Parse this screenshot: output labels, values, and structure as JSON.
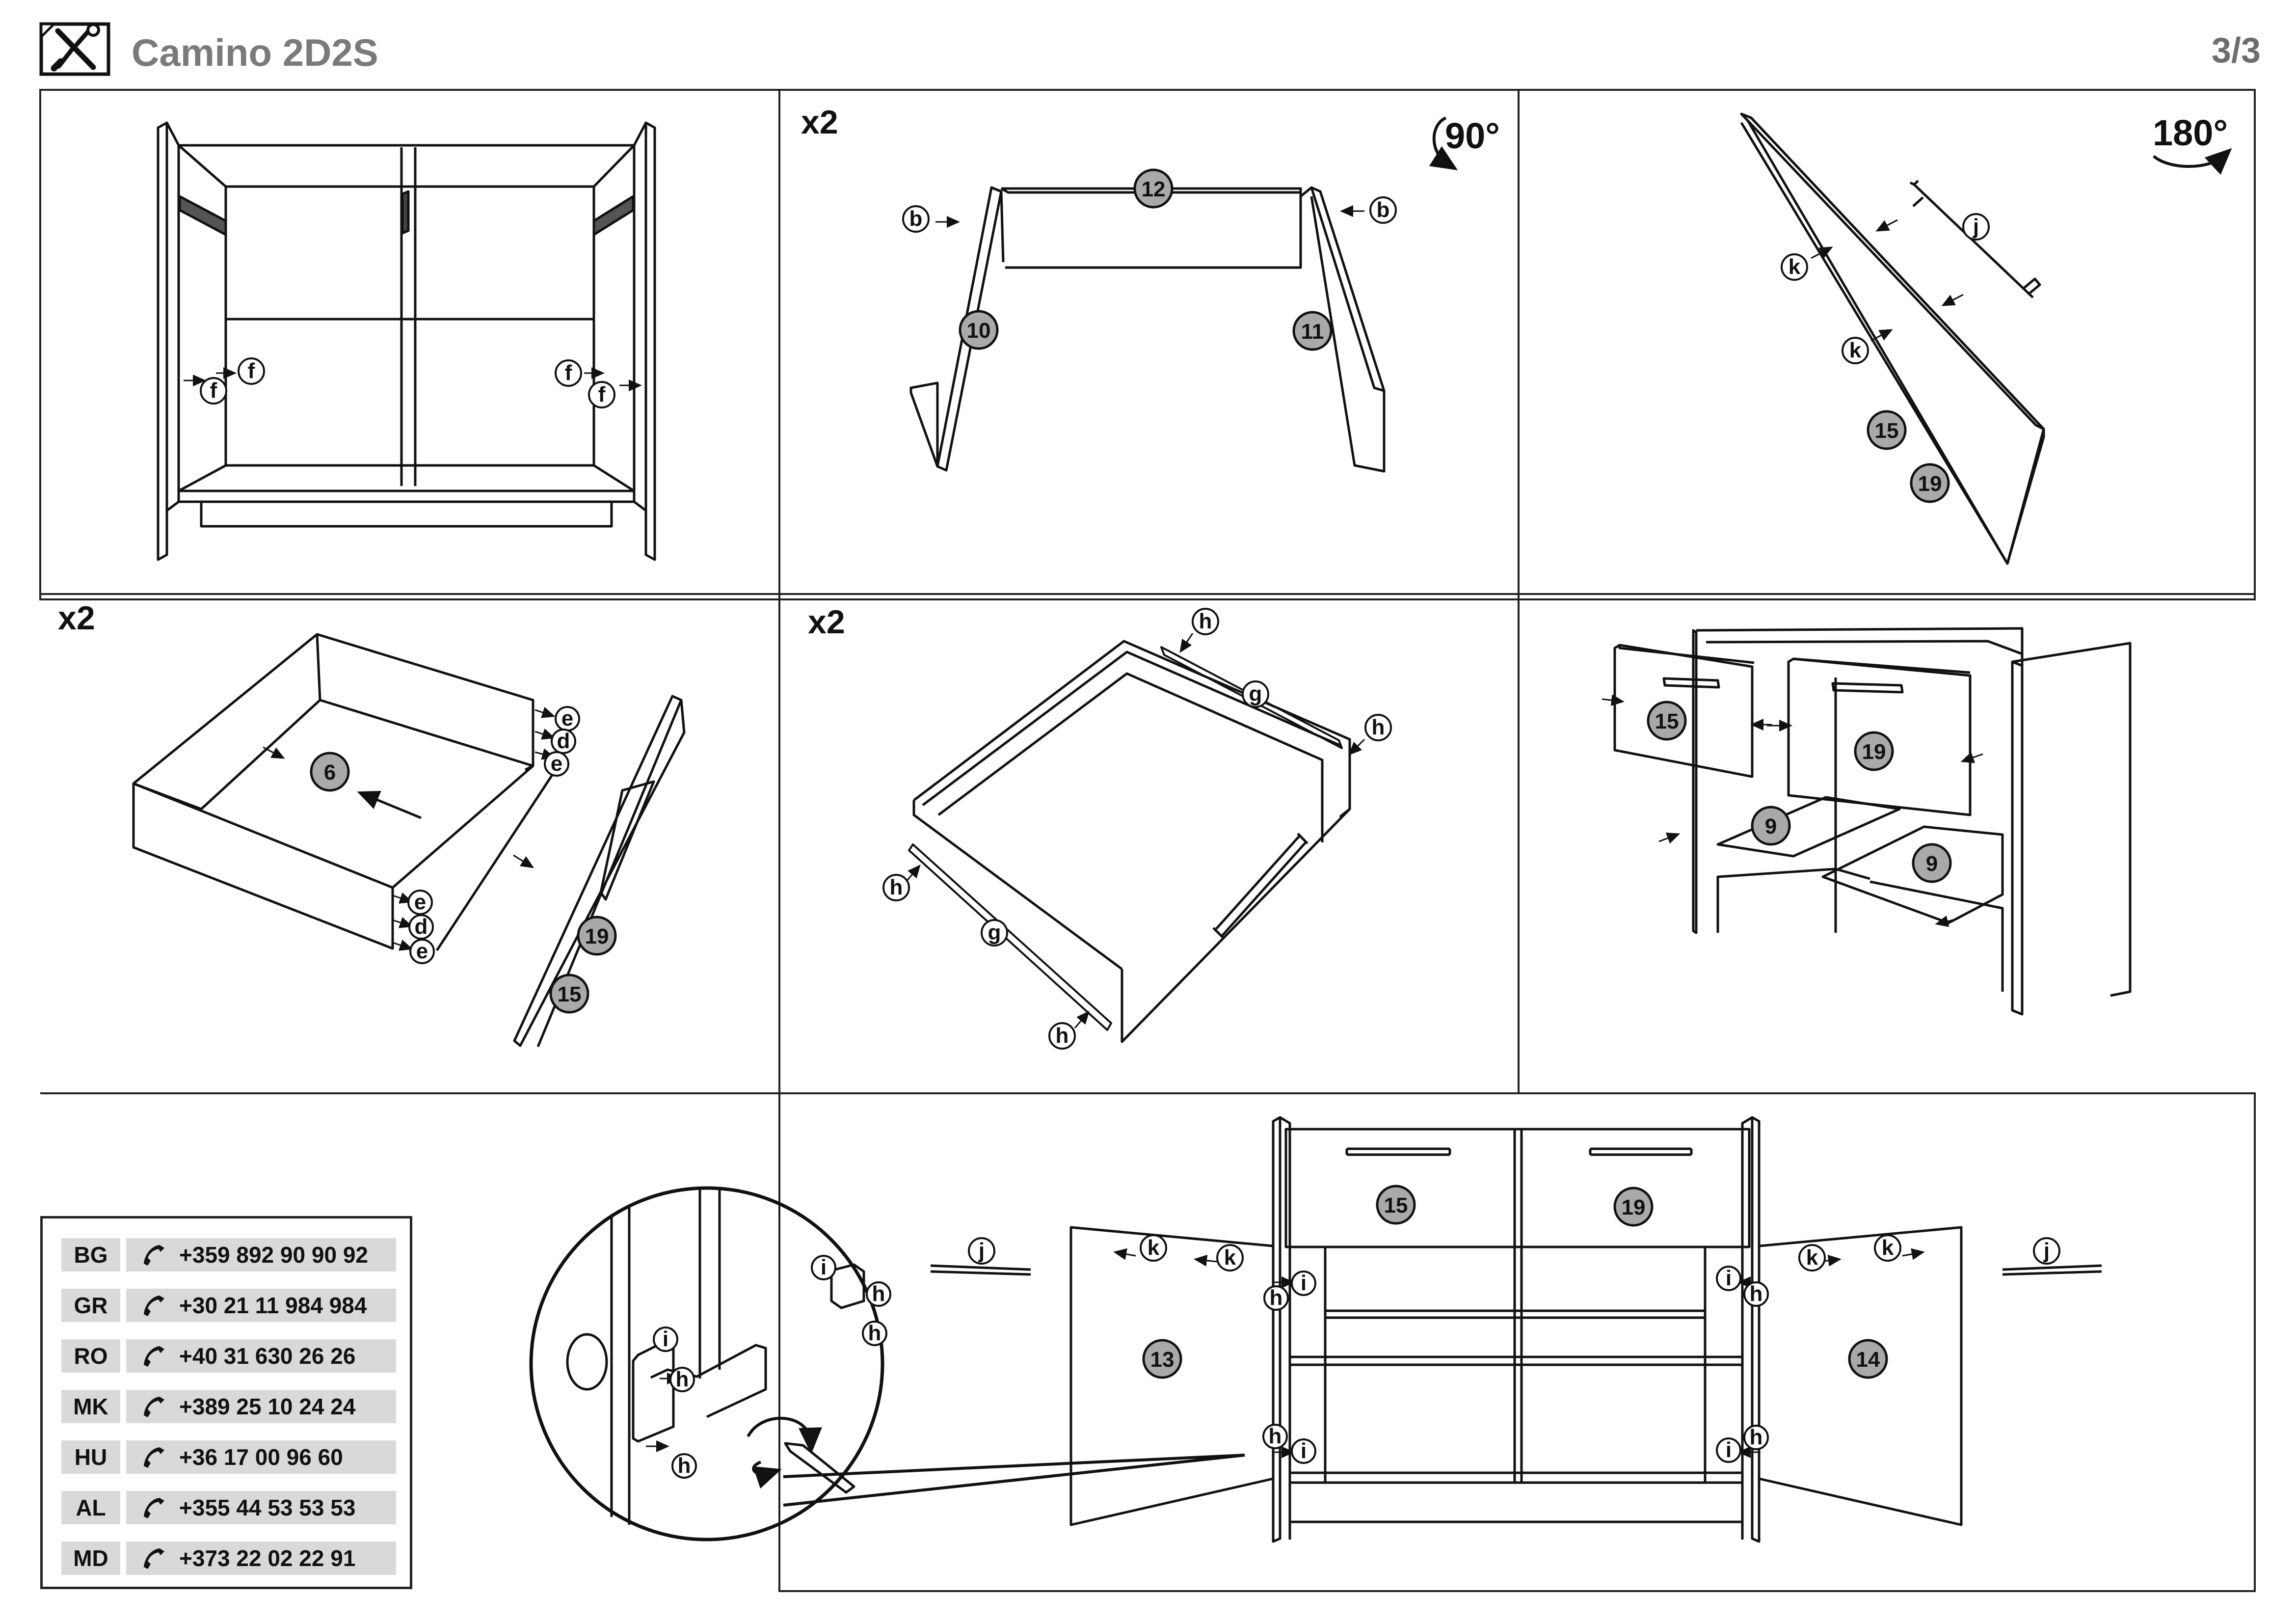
{
  "header": {
    "title": "Camino 2D2S",
    "page": "3/3",
    "icon": "tools-icon"
  },
  "panels": {
    "p2_multiplier": "x2",
    "p2_rotation": "90°",
    "p3_rotation": "180°",
    "p4_multiplier": "x2",
    "p5_multiplier": "x2"
  },
  "callouts": {
    "b": "b",
    "d": "d",
    "e": "e",
    "f": "f",
    "g": "g",
    "h": "h",
    "i": "i",
    "j": "j",
    "k": "k"
  },
  "parts": {
    "p6": "6",
    "p9": "9",
    "p10": "10",
    "p11": "11",
    "p12": "12",
    "p13": "13",
    "p14": "14",
    "p15": "15",
    "p19": "19"
  },
  "contacts": [
    {
      "code": "BG",
      "phone": "+359 892 90 90 92"
    },
    {
      "code": "GR",
      "phone": "+30 21 11 984 984"
    },
    {
      "code": "RO",
      "phone": "+40 31 630 26 26"
    },
    {
      "code": "MK",
      "phone": "+389 25 10 24 24"
    },
    {
      "code": "HU",
      "phone": "+36 17 00 96 60"
    },
    {
      "code": "AL",
      "phone": "+355 44 53 53 53"
    },
    {
      "code": "MD",
      "phone": "+373 22 02 22 91"
    }
  ],
  "colors": {
    "line": "#111111",
    "part_fill": "#a9a9a9",
    "title": "#7a7a7a",
    "table_fill": "#d9d9d9"
  }
}
